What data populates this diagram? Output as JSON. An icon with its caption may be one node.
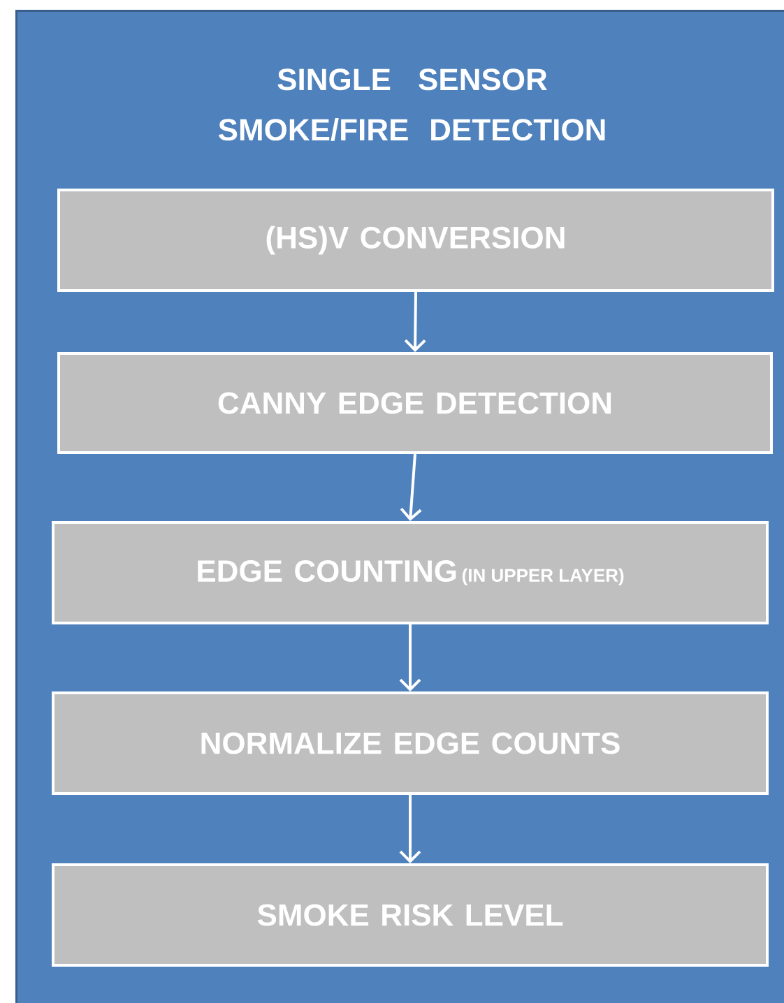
{
  "diagram": {
    "nodes": [
      {
        "text": [
          "SINGLE SENSOR SMOKE/FIRE DETECTION"
        ]
      },
      {
        "text": [
          "(HS)V CONVERSION"
        ],
        "in": 0
      },
      {
        "text": [
          "CANNY EDGE DETECTION"
        ],
        "in": 0
      },
      {
        "text": [
          "EDGE COUNTING",
          "(IN UPPER LAYER)"
        ],
        "in": 0
      },
      {
        "text": [
          "NORMALIZE EDGE COUNTS"
        ],
        "in": 0
      },
      {
        "text": [
          "SMOKE RISK LEVEL"
        ],
        "in": 0
      }
    ],
    "edges": [
      {
        "from": 1,
        "to": 2,
        "arrow": "to"
      },
      {
        "from": 2,
        "to": 3,
        "arrow": "to"
      },
      {
        "from": 3,
        "to": 4,
        "arrow": "to"
      },
      {
        "from": 4,
        "to": 5,
        "arrow": "to"
      }
    ]
  }
}
